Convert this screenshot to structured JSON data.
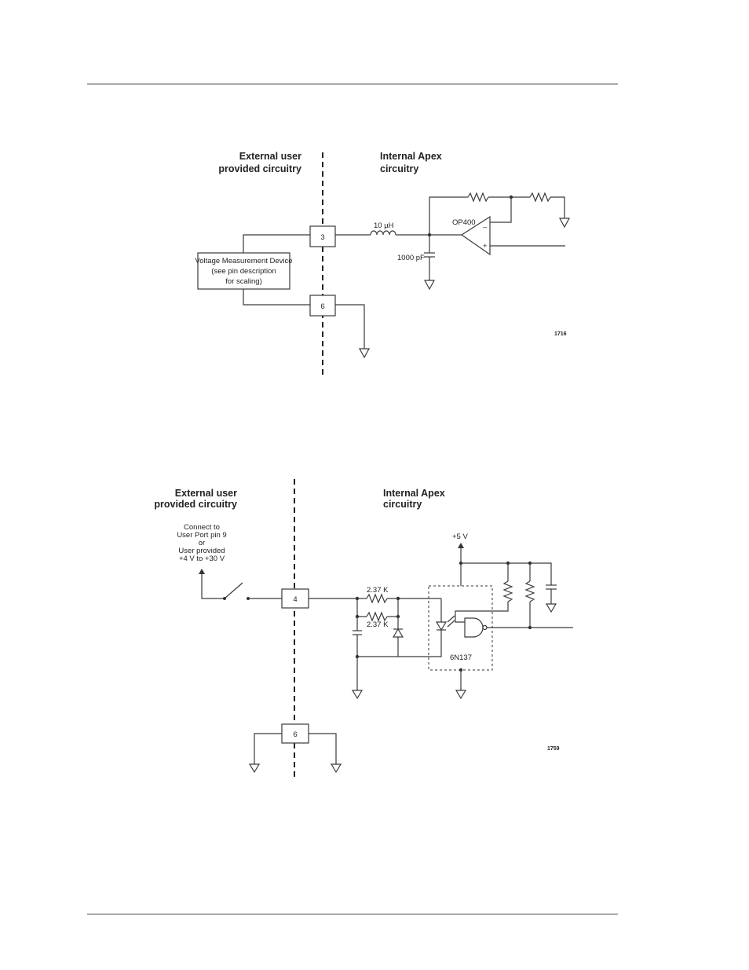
{
  "diagram1": {
    "left_header": [
      "External user",
      "provided circuitry"
    ],
    "right_header": [
      "Internal Apex",
      "circuitry"
    ],
    "pin_a": "3",
    "pin_b": "6",
    "device_label": [
      "Voltage Measurement Device",
      "(see pin description",
      "for scaling)"
    ],
    "inductor": "10 µH",
    "capacitor": "1000 pF",
    "opamp": "OP400",
    "opamp_minus": "–",
    "opamp_plus": "+",
    "figure_id": "1716"
  },
  "diagram2": {
    "left_header": [
      "External user",
      "provided circuitry"
    ],
    "right_header": [
      "Internal Apex",
      "circuitry"
    ],
    "connect_note": [
      "Connect to",
      "User Port pin 9",
      "or",
      "User provided",
      "+4 V to +30 V"
    ],
    "pin_a": "4",
    "pin_b": "6",
    "resistor_1": "2.37 K",
    "resistor_2": "2.37 K",
    "supply": "+5 V",
    "optocoupler": "6N137",
    "figure_id": "1759"
  }
}
